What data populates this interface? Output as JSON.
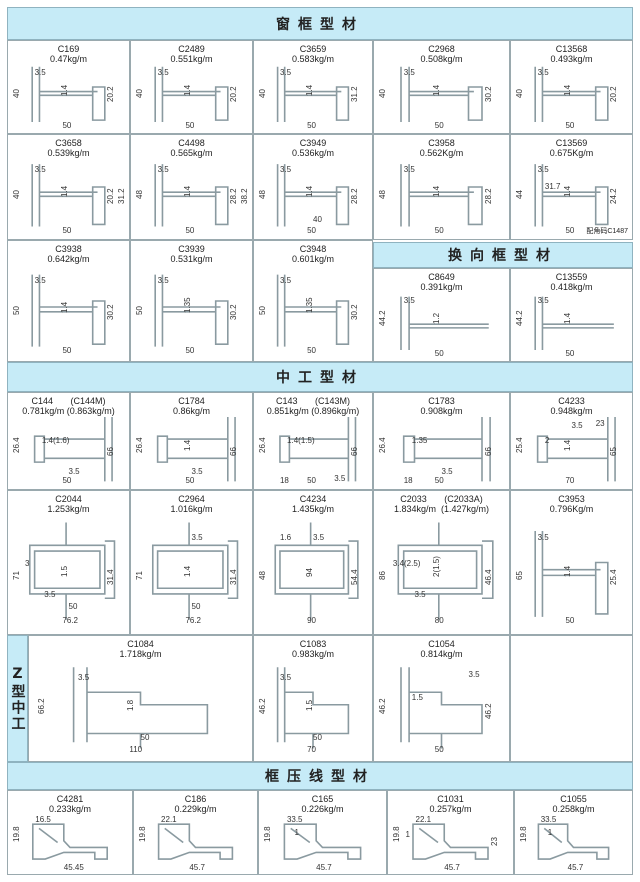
{
  "sections": [
    {
      "title": "窗框型材",
      "profiles": [
        {
          "name": "C169",
          "weight": "0.47kg/m",
          "kind": "frame",
          "dims": [
            {
              "t": "3.5",
              "slot": "top"
            },
            {
              "t": "40",
              "slot": "left"
            },
            {
              "t": "1.4",
              "slot": "web"
            },
            {
              "t": "20.2",
              "slot": "right"
            },
            {
              "t": "50",
              "slot": "bottom"
            }
          ]
        },
        {
          "name": "C2489",
          "weight": "0.551kg/m",
          "kind": "frame",
          "dims": [
            {
              "t": "3.5",
              "slot": "top"
            },
            {
              "t": "40",
              "slot": "left"
            },
            {
              "t": "1.4",
              "slot": "web"
            },
            {
              "t": "20.2",
              "slot": "right"
            },
            {
              "t": "50",
              "slot": "bottom"
            }
          ]
        },
        {
          "name": "C3659",
          "weight": "0.583kg/m",
          "kind": "frame",
          "dims": [
            {
              "t": "3.5",
              "slot": "top"
            },
            {
              "t": "40",
              "slot": "left"
            },
            {
              "t": "1.4",
              "slot": "web"
            },
            {
              "t": "31.2",
              "slot": "right"
            },
            {
              "t": "50",
              "slot": "bottom"
            }
          ]
        },
        {
          "name": "C2968",
          "weight": "0.508kg/m",
          "kind": "frame",
          "dims": [
            {
              "t": "3.5",
              "slot": "top"
            },
            {
              "t": "40",
              "slot": "left"
            },
            {
              "t": "1.4",
              "slot": "web"
            },
            {
              "t": "30.2",
              "slot": "right"
            },
            {
              "t": "50",
              "slot": "bottom"
            }
          ]
        },
        {
          "name": "C13568",
          "weight": "0.493kg/m",
          "kind": "frame",
          "dims": [
            {
              "t": "3.5",
              "slot": "top"
            },
            {
              "t": "40",
              "slot": "left"
            },
            {
              "t": "1.4",
              "slot": "web"
            },
            {
              "t": "20.2",
              "slot": "right"
            },
            {
              "t": "50",
              "slot": "bottom"
            }
          ]
        },
        {
          "name": "C3658",
          "weight": "0.539kg/m",
          "kind": "frame",
          "dims": [
            {
              "t": "3.5",
              "slot": "top"
            },
            {
              "t": "40",
              "slot": "left"
            },
            {
              "t": "1.4",
              "slot": "web"
            },
            {
              "t": "20.2",
              "slot": "right"
            },
            {
              "t": "31.2",
              "slot": "right2"
            },
            {
              "t": "50",
              "slot": "bottom"
            }
          ]
        },
        {
          "name": "C4498",
          "weight": "0.565kg/m",
          "kind": "frame",
          "dims": [
            {
              "t": "3.5",
              "slot": "top"
            },
            {
              "t": "48",
              "slot": "left"
            },
            {
              "t": "1.4",
              "slot": "web"
            },
            {
              "t": "28.2",
              "slot": "right"
            },
            {
              "t": "38.2",
              "slot": "right2"
            },
            {
              "t": "50",
              "slot": "bottom"
            }
          ]
        },
        {
          "name": "C3949",
          "weight": "0.536kg/m",
          "kind": "frame",
          "dims": [
            {
              "t": "3.5",
              "slot": "top"
            },
            {
              "t": "48",
              "slot": "left"
            },
            {
              "t": "1.4",
              "slot": "web"
            },
            {
              "t": "28.2",
              "slot": "right"
            },
            {
              "t": "40",
              "slot": "bottom2"
            },
            {
              "t": "50",
              "slot": "bottom"
            }
          ]
        },
        {
          "name": "C3958",
          "weight": "0.562Kg/m",
          "kind": "frame",
          "dims": [
            {
              "t": "3.5",
              "slot": "top"
            },
            {
              "t": "48",
              "slot": "left"
            },
            {
              "t": "1.4",
              "slot": "web"
            },
            {
              "t": "28.2",
              "slot": "right"
            },
            {
              "t": "50",
              "slot": "bottom"
            }
          ]
        },
        {
          "name": "C13569",
          "weight": "0.675Kg/m",
          "kind": "frame",
          "note": "配角码C1487",
          "dims": [
            {
              "t": "3.5",
              "slot": "top"
            },
            {
              "t": "44",
              "slot": "left"
            },
            {
              "t": "31.7",
              "slot": "inner"
            },
            {
              "t": "1.4",
              "slot": "web"
            },
            {
              "t": "24.2",
              "slot": "right"
            },
            {
              "t": "50",
              "slot": "bottom"
            }
          ]
        },
        {
          "name": "C3938",
          "weight": "0.642kg/m",
          "kind": "frame",
          "dims": [
            {
              "t": "3.5",
              "slot": "top"
            },
            {
              "t": "50",
              "slot": "left"
            },
            {
              "t": "1.4",
              "slot": "web"
            },
            {
              "t": "30.2",
              "slot": "right"
            },
            {
              "t": "50",
              "slot": "bottom"
            }
          ]
        },
        {
          "name": "C3939",
          "weight": "0.531kg/m",
          "kind": "frame",
          "dims": [
            {
              "t": "3.5",
              "slot": "top"
            },
            {
              "t": "50",
              "slot": "left"
            },
            {
              "t": "1.35",
              "slot": "web"
            },
            {
              "t": "30.2",
              "slot": "right"
            },
            {
              "t": "50",
              "slot": "bottom"
            }
          ]
        },
        {
          "name": "C3948",
          "weight": "0.601kg/m",
          "kind": "frame",
          "dims": [
            {
              "t": "3.5",
              "slot": "top"
            },
            {
              "t": "50",
              "slot": "left"
            },
            {
              "t": "1.35",
              "slot": "web"
            },
            {
              "t": "30.2",
              "slot": "right"
            },
            {
              "t": "50",
              "slot": "bottom"
            }
          ]
        }
      ]
    },
    {
      "title": "换向框型材",
      "profiles": [
        {
          "name": "C8649",
          "weight": "0.391kg/m",
          "kind": "tee",
          "dims": [
            {
              "t": "3.5",
              "slot": "top"
            },
            {
              "t": "44.2",
              "slot": "left"
            },
            {
              "t": "1.2",
              "slot": "web"
            },
            {
              "t": "50",
              "slot": "bottom"
            }
          ]
        },
        {
          "name": "C13559",
          "weight": "0.418kg/m",
          "kind": "tee",
          "dims": [
            {
              "t": "3.5",
              "slot": "top"
            },
            {
              "t": "44.2",
              "slot": "left"
            },
            {
              "t": "1.4",
              "slot": "web"
            },
            {
              "t": "50",
              "slot": "bottom"
            }
          ]
        }
      ]
    },
    {
      "title": "中工型材",
      "profiles": [
        {
          "name": "C144       (C144M)",
          "weight": "0.781kg/m (0.863kg/m)",
          "kind": "mullion",
          "dims": [
            {
              "t": "26.4",
              "slot": "left"
            },
            {
              "t": "1.4(1.6)",
              "slot": "inner"
            },
            {
              "t": "66",
              "slot": "right"
            },
            {
              "t": "3.5",
              "slot": "bottom2"
            },
            {
              "t": "50",
              "slot": "bottom"
            }
          ]
        },
        {
          "name": "C1784",
          "weight": "0.86kg/m",
          "kind": "mullion",
          "dims": [
            {
              "t": "26.4",
              "slot": "left"
            },
            {
              "t": "1.4",
              "slot": "web"
            },
            {
              "t": "66",
              "slot": "right"
            },
            {
              "t": "3.5",
              "slot": "bottom2"
            },
            {
              "t": "50",
              "slot": "bottom"
            }
          ]
        },
        {
          "name": "C143       (C143M)",
          "weight": "0.851kg/m (0.896kg/m)",
          "kind": "mullion",
          "dims": [
            {
              "t": "26.4",
              "slot": "left"
            },
            {
              "t": "1.4(1.5)",
              "slot": "inner"
            },
            {
              "t": "66",
              "slot": "right"
            },
            {
              "t": "18",
              "slot": "bottomleft"
            },
            {
              "t": "50",
              "slot": "bottom"
            },
            {
              "t": "3.5",
              "slot": "bottomright"
            }
          ]
        },
        {
          "name": "C1783",
          "weight": "0.908kg/m",
          "kind": "mullion",
          "dims": [
            {
              "t": "26.4",
              "slot": "left"
            },
            {
              "t": "1.35",
              "slot": "inner"
            },
            {
              "t": "66",
              "slot": "right"
            },
            {
              "t": "3.5",
              "slot": "bottom2"
            },
            {
              "t": "18",
              "slot": "bottomleft"
            },
            {
              "t": "50",
              "slot": "bottom"
            }
          ]
        },
        {
          "name": "C4233",
          "weight": "0.948kg/m",
          "kind": "mullion",
          "dims": [
            {
              "t": "25.4",
              "slot": "left"
            },
            {
              "t": "23",
              "slot": "topright"
            },
            {
              "t": "3.5",
              "slot": "top2"
            },
            {
              "t": "2",
              "slot": "inner"
            },
            {
              "t": "65",
              "slot": "right"
            },
            {
              "t": "1.4",
              "slot": "web"
            },
            {
              "t": "70",
              "slot": "bottom"
            }
          ]
        },
        {
          "name": "C2044",
          "weight": "1.253kg/m",
          "kind": "box",
          "dims": [
            {
              "t": "71",
              "slot": "left"
            },
            {
              "t": "3",
              "slot": "innerleft"
            },
            {
              "t": "1.5",
              "slot": "web"
            },
            {
              "t": "31.4",
              "slot": "right"
            },
            {
              "t": "3.5",
              "slot": "bottom3"
            },
            {
              "t": "50",
              "slot": "bottom2"
            },
            {
              "t": "76.2",
              "slot": "bottom"
            }
          ]
        },
        {
          "name": "C2964",
          "weight": "1.016kg/m",
          "kind": "box",
          "dims": [
            {
              "t": "71",
              "slot": "left"
            },
            {
              "t": "3.5",
              "slot": "top2"
            },
            {
              "t": "1.4",
              "slot": "web"
            },
            {
              "t": "31.4",
              "slot": "right"
            },
            {
              "t": "50",
              "slot": "bottom2"
            },
            {
              "t": "76.2",
              "slot": "bottom"
            }
          ]
        },
        {
          "name": "C4234",
          "weight": "1.435kg/m",
          "kind": "box",
          "dims": [
            {
              "t": "1.6",
              "slot": "top"
            },
            {
              "t": "3.5",
              "slot": "top2"
            },
            {
              "t": "48",
              "slot": "left"
            },
            {
              "t": "94",
              "slot": "web"
            },
            {
              "t": "54.4",
              "slot": "right"
            },
            {
              "t": "90",
              "slot": "bottom"
            }
          ]
        },
        {
          "name": "C2033       (C2033A)",
          "weight": "1.834kg/m  (1.427kg/m)",
          "kind": "box",
          "dims": [
            {
              "t": "86",
              "slot": "left"
            },
            {
              "t": "3.4(2.5)",
              "slot": "innerleft"
            },
            {
              "t": "2(1.5)",
              "slot": "web"
            },
            {
              "t": "46.4",
              "slot": "right"
            },
            {
              "t": "3.5",
              "slot": "bottom3"
            },
            {
              "t": "80",
              "slot": "bottom"
            }
          ]
        },
        {
          "name": "C3953",
          "weight": "0.796Kg/m",
          "kind": "frame",
          "dims": [
            {
              "t": "3.5",
              "slot": "top"
            },
            {
              "t": "65",
              "slot": "left"
            },
            {
              "t": "1.4",
              "slot": "web"
            },
            {
              "t": "25.4",
              "slot": "right"
            },
            {
              "t": "50",
              "slot": "bottom"
            }
          ]
        }
      ]
    },
    {
      "title": "Z型中工",
      "profiles": [
        {
          "name": "C1084",
          "weight": "1.718kg/m",
          "kind": "zee",
          "dims": [
            {
              "t": "3.5",
              "slot": "top"
            },
            {
              "t": "66.2",
              "slot": "left"
            },
            {
              "t": "1.8",
              "slot": "web"
            },
            {
              "t": "50",
              "slot": "bottom2"
            },
            {
              "t": "110",
              "slot": "bottom"
            }
          ]
        },
        {
          "name": "C1083",
          "weight": "0.983kg/m",
          "kind": "zee",
          "dims": [
            {
              "t": "3.5",
              "slot": "top"
            },
            {
              "t": "46.2",
              "slot": "left"
            },
            {
              "t": "1.5",
              "slot": "web"
            },
            {
              "t": "50",
              "slot": "bottom2"
            },
            {
              "t": "70",
              "slot": "bottom"
            }
          ]
        },
        {
          "name": "C1054",
          "weight": "0.814kg/m",
          "kind": "zee",
          "dims": [
            {
              "t": "3.5",
              "slot": "topright"
            },
            {
              "t": "46.2",
              "slot": "left"
            },
            {
              "t": "1.5",
              "slot": "inner"
            },
            {
              "t": "46.2",
              "slot": "right"
            },
            {
              "t": "50",
              "slot": "bottom"
            }
          ]
        }
      ]
    },
    {
      "title": "框压线型材",
      "profiles": [
        {
          "name": "C4281",
          "weight": "0.233kg/m",
          "kind": "trim",
          "dims": [
            {
              "t": "16.5",
              "slot": "top"
            },
            {
              "t": "19.8",
              "slot": "left"
            },
            {
              "t": "45.45",
              "slot": "bottom"
            }
          ]
        },
        {
          "name": "C186",
          "weight": "0.229kg/m",
          "kind": "trim",
          "dims": [
            {
              "t": "22.1",
              "slot": "top"
            },
            {
              "t": "19.8",
              "slot": "left"
            },
            {
              "t": "45.7",
              "slot": "bottom"
            }
          ]
        },
        {
          "name": "C165",
          "weight": "0.226kg/m",
          "kind": "trim",
          "dims": [
            {
              "t": "33.5",
              "slot": "top"
            },
            {
              "t": "19.8",
              "slot": "left"
            },
            {
              "t": "1",
              "slot": "inner"
            },
            {
              "t": "45.7",
              "slot": "bottom"
            }
          ]
        },
        {
          "name": "C1031",
          "weight": "0.257kg/m",
          "kind": "trim",
          "dims": [
            {
              "t": "22.1",
              "slot": "top"
            },
            {
              "t": "19.8",
              "slot": "left"
            },
            {
              "t": "1",
              "slot": "innerleft"
            },
            {
              "t": "23",
              "slot": "right"
            },
            {
              "t": "45.7",
              "slot": "bottom"
            }
          ]
        },
        {
          "name": "C1055",
          "weight": "0.258kg/m",
          "kind": "trim",
          "dims": [
            {
              "t": "33.5",
              "slot": "top"
            },
            {
              "t": "19.8",
              "slot": "left"
            },
            {
              "t": "1",
              "slot": "inner"
            },
            {
              "t": "45.7",
              "slot": "bottom"
            }
          ]
        }
      ]
    }
  ]
}
